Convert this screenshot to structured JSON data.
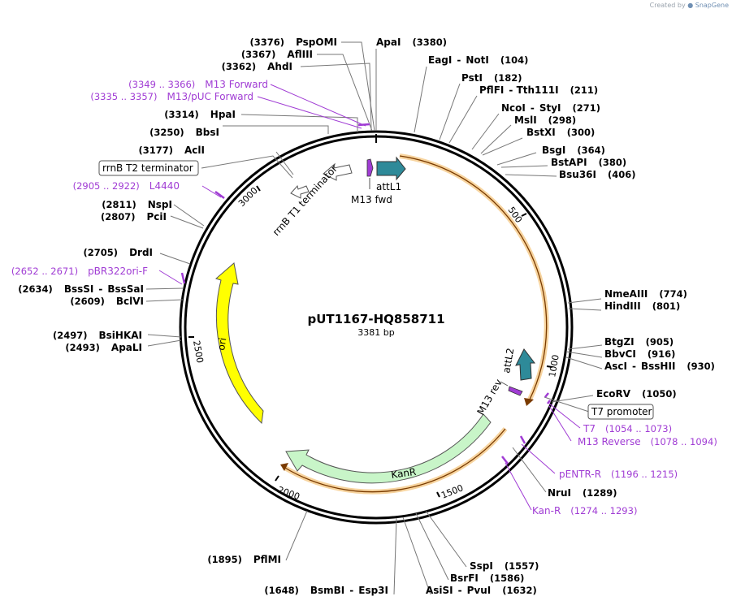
{
  "credit": {
    "prefix": "Created by",
    "brand": "SnapGene"
  },
  "plasmid": {
    "name": "pUT1167-HQ858711",
    "length_label": "3381 bp"
  },
  "colors": {
    "primer": "#a03cd4",
    "attL": "#2e8a99",
    "KanR": "#c8f5c8",
    "ori": "#ffff00",
    "orf_outline": "#f0b050"
  },
  "ticks": [
    "500",
    "1000",
    "1500",
    "2000",
    "2500",
    "3000"
  ],
  "enzymes": [
    {
      "name": "ApaI",
      "pos": "(3380)"
    },
    {
      "name": "EagI",
      "sep": "-",
      "name2": "NotI",
      "pos": "(104)"
    },
    {
      "name": "PstI",
      "pos": "(182)"
    },
    {
      "name": "PflFI",
      "sep": "-",
      "name2": "Tth111I",
      "pos": "(211)"
    },
    {
      "name": "NcoI",
      "sep": "-",
      "name2": "StyI",
      "pos": "(271)"
    },
    {
      "name": "MslI",
      "pos": "(298)"
    },
    {
      "name": "BstXI",
      "pos": "(300)"
    },
    {
      "name": "BsgI",
      "pos": "(364)"
    },
    {
      "name": "BstAPI",
      "pos": "(380)"
    },
    {
      "name": "Bsu36I",
      "pos": "(406)"
    },
    {
      "name": "NmeAIII",
      "pos": "(774)"
    },
    {
      "name": "HindIII",
      "pos": "(801)"
    },
    {
      "name": "BtgZI",
      "pos": "(905)"
    },
    {
      "name": "BbvCI",
      "pos": "(916)"
    },
    {
      "name": "AscI",
      "sep": "-",
      "name2": "BssHII",
      "pos": "(930)"
    },
    {
      "name": "EcoRV",
      "pos": "(1050)"
    },
    {
      "name": "NruI",
      "pos": "(1289)"
    },
    {
      "name": "SspI",
      "pos": "(1557)"
    },
    {
      "name": "BsrFI",
      "pos": "(1586)"
    },
    {
      "name": "AsiSI",
      "sep": "-",
      "name2": "PvuI",
      "pos": "(1632)"
    },
    {
      "name": "BsmBI",
      "sep": "-",
      "name2": "Esp3I",
      "pos": "(1648)"
    },
    {
      "name": "PflMI",
      "pos": "(1895)"
    },
    {
      "name": "ApaLI",
      "pos": "(2493)"
    },
    {
      "name": "BsiHKAI",
      "pos": "(2497)"
    },
    {
      "name": "BclVI",
      "pos": "(2609)"
    },
    {
      "name": "BssSI",
      "sep": "-",
      "name2": "BssSaI",
      "pos": "(2634)"
    },
    {
      "name": "DrdI",
      "pos": "(2705)"
    },
    {
      "name": "PciI",
      "pos": "(2807)"
    },
    {
      "name": "NspI",
      "pos": "(2811)"
    },
    {
      "name": "AclI",
      "pos": "(3177)"
    },
    {
      "name": "BbsI",
      "pos": "(3250)"
    },
    {
      "name": "HpaI",
      "pos": "(3314)"
    },
    {
      "name": "AhdI",
      "pos": "(3362)"
    },
    {
      "name": "AflIII",
      "pos": "(3367)"
    },
    {
      "name": "PspOMI",
      "pos": "(3376)"
    }
  ],
  "primers": [
    {
      "name": "M13 Forward",
      "range": "(3349 .. 3366)"
    },
    {
      "name": "M13/pUC Forward",
      "range": "(3335 .. 3357)"
    },
    {
      "name": "L4440",
      "range": "(2905 .. 2922)"
    },
    {
      "name": "pBR322ori-F",
      "range": "(2652 .. 2671)"
    },
    {
      "name": "T7",
      "range": "(1054 .. 1073)"
    },
    {
      "name": "M13 Reverse",
      "range": "(1078 .. 1094)"
    },
    {
      "name": "pENTR-R",
      "range": "(1196 .. 1215)"
    },
    {
      "name": "Kan-R",
      "range": "(1274 .. 1293)"
    }
  ],
  "features": {
    "attL1": "attL1",
    "m13fwd": "M13 fwd",
    "rrnb_t1": "rrnB T1 terminator",
    "rrnb_t2": "rrnB T2 terminator",
    "t7_promoter": "T7 promoter",
    "attL2": "attL2",
    "m13rev": "M13 rev",
    "kanr": "KanR",
    "ori": "ori"
  }
}
